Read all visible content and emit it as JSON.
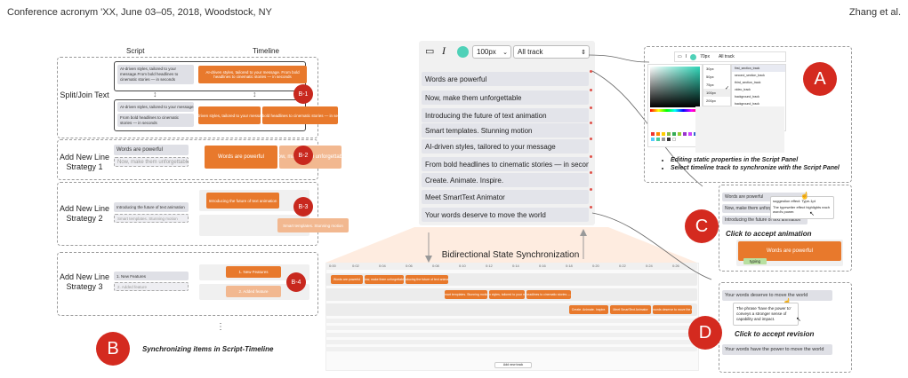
{
  "header": {
    "left": "Conference acronym 'XX, June 03–05, 2018, Woodstock, NY",
    "right": "Zhang et al."
  },
  "panel_b": {
    "col_script": "Script",
    "col_timeline": "Timeline",
    "rows": [
      {
        "label": "Split/Join Text",
        "badge": "B-1"
      },
      {
        "label": "Add New Line Strategy 1",
        "badge": "B-2"
      },
      {
        "label": "Add New Line Strategy 2",
        "badge": "B-3"
      },
      {
        "label": "Add New Line Strategy 3",
        "badge": "B-4"
      }
    ],
    "b1_script_top": "AI-driven styles, tailored to your message.From bold headlines to cinematic stories — in seconds",
    "b1_timeline_top": "AI-driven styles, tailored to your message. From bold headlines to cinematic stories — in seconds",
    "b1_script_bottom_1": "AI-driven styles, tailored to your message.",
    "b1_script_bottom_2": "From bold headlines to cinematic stories — in seconds",
    "b1_timeline_bottom_1": "AI-driven styles, tailored to your message.",
    "b1_timeline_bottom_2": "From bold headlines to cinematic stories — in seconds",
    "b2_script_1": "Words are powerful",
    "b2_script_2": "Now, make them unforgettable",
    "b2_timeline_1": "Words are powerful",
    "b2_timeline_2": "Now, make them unforgettable",
    "b3_script_1": "Introducing the future of text animation",
    "b3_script_2": "Smart templates. Stunning motion",
    "b3_timeline_1": "Introducing the future of text animation",
    "b3_timeline_2": "Smart templates. Stunning motion",
    "b4_script_1": "1. New Features",
    "b4_script_2": "2. Added feature",
    "b4_timeline_1": "1. New Features",
    "b4_timeline_2": "2. Added feature",
    "ellipsis": "⋮",
    "big_badge": "B",
    "caption": "Synchronizing items in Script-Timeline"
  },
  "script_panel": {
    "toolbar": {
      "text_icon": "I",
      "size_value": "100px",
      "track_value": "All track"
    },
    "lines": [
      "Words are powerful",
      "Now, make them unforgettable",
      "Introducing the future of text animation",
      "Smart templates. Stunning motion",
      "AI-driven styles, tailored to your message",
      "From bold headlines to cinematic stories — in seconds",
      "Create. Animate. Inspire.",
      "Meet SmartText Animator",
      "Your words deserve to move the world"
    ]
  },
  "sync": {
    "label": "Bidirectional State Synchronization"
  },
  "timeline": {
    "ticks": [
      "0:00",
      "0:02",
      "0:04",
      "0:06",
      "0:08",
      "0:10",
      "0:12",
      "0:14",
      "0:16",
      "0:18",
      "0:20",
      "0:22",
      "0:24",
      "0:26"
    ],
    "clips_row1": [
      "Words are powerful",
      "Now, make them unforgettable",
      "Introducing the future of text animation"
    ],
    "clips_row2": [
      "Smart templates. Stunning motion",
      "AI-driven styles, tailored to your message",
      "From bold headlines to cinematic stories — in seconds"
    ],
    "clips_row3": [
      "Create. Animate. Inspire.",
      "Meet SmartText Animator",
      "Your words deserve to move the world"
    ],
    "add_track": "Add new track"
  },
  "panel_a": {
    "badge": "A",
    "size_value": "70px",
    "track_value": "All track",
    "sizes": [
      "30px",
      "50px",
      "75px",
      "100px",
      "200px"
    ],
    "tracks": [
      "first_section_track",
      "second_section_track",
      "third_section_track",
      "video_track",
      "background_track",
      "background_track",
      "audio_track"
    ],
    "bullets": [
      "Editing static properties in the Script Panel",
      "Select timeline track to synchronize with the Script Panel"
    ]
  },
  "panel_c": {
    "badge": "C",
    "line1": "Words are powerful",
    "line2": "Now, make them unforgett",
    "line3": "Introducing the future of text animation",
    "tooltip_title": "suggestion effect: Type-1pt",
    "tooltip_body": "The typewriter effect highlights each word's power.",
    "caption": "Click to accept animation",
    "clip": "Words are powerful",
    "tag": "typing"
  },
  "panel_d": {
    "badge": "D",
    "line1": "Your words deserve to move the world",
    "suggestion": "The phrase 'have the power to' conveys a stronger sense of capability and impact.",
    "caption": "Click to accept revision",
    "result": "Your words have the power to move the world"
  },
  "colors": {
    "accent_orange": "#e8792c",
    "badge_red": "#d42a1f",
    "toolbar_circle": "#4fd1b8"
  }
}
